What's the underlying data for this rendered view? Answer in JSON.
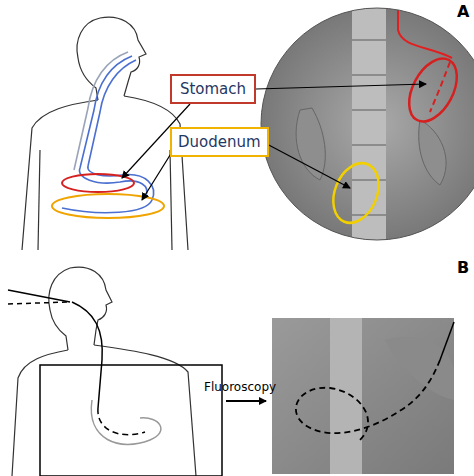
{
  "diagram": {
    "nodes": [
      {
        "text": [
          "Stomach"
        ]
      },
      {
        "text": [
          "Duodenum"
        ]
      }
    ],
    "labels": [
      "A",
      "B",
      "Fluoroscopy"
    ]
  }
}
